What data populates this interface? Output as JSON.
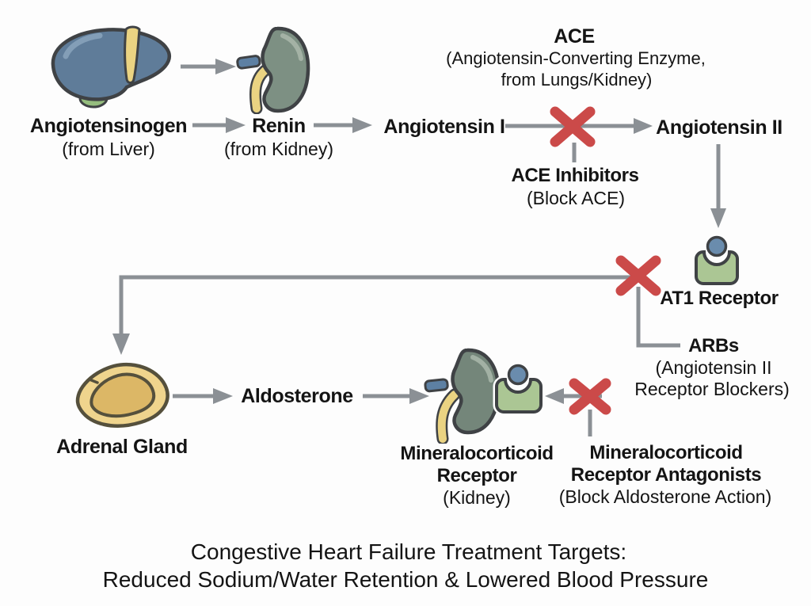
{
  "colors": {
    "bg": "#fdfdfd",
    "text": "#141414",
    "arrow": "#8b9095",
    "xmark": "#cb4a49",
    "outline": "#3f4245",
    "liver": "#5f7c99",
    "liverHi": "#8aa4bc",
    "ligament": "#ead382",
    "gallbladder": "#95bd7e",
    "kidneyTop": "#7d9083",
    "kidneyBottom": "#74867a",
    "kidneyHi": "#aab8ab",
    "vessel": "#5d80a3",
    "receptor": "#abc694",
    "ligand": "#6a8cad",
    "adrenalOuter": "#efd48d",
    "adrenalInner": "#dcb766",
    "adrenalOutline": "#55503c"
  },
  "icons": {
    "liver": "liver-icon",
    "kidney_top": "kidney-icon",
    "at1_receptor": "receptor-icon",
    "adrenal_gland": "adrenal-gland-icon",
    "kidney_receptor": "kidney-receptor-icon",
    "blocker": "x-mark-icon"
  },
  "nodes": {
    "angiotensinogen": {
      "label": "Angiotensinogen",
      "sub": "(from Liver)"
    },
    "renin": {
      "label": "Renin",
      "sub": "(from Kidney)"
    },
    "angiotensin_i": {
      "label": "Angiotensin I"
    },
    "angiotensin_ii": {
      "label": "Angiotensin II"
    },
    "ace": {
      "label": "ACE",
      "sub1": "(Angiotensin-Converting Enzyme,",
      "sub2": "from Lungs/Kidney)"
    },
    "ace_inhibitors": {
      "label": "ACE Inhibitors",
      "sub": "(Block ACE)"
    },
    "at1_receptor": {
      "label": "AT1 Receptor"
    },
    "arbs": {
      "label": "ARBs",
      "sub1": "(Angiotensin II",
      "sub2": "Receptor Blockers)"
    },
    "adrenal_gland": {
      "label": "Adrenal Gland"
    },
    "aldosterone": {
      "label": "Aldosterone"
    },
    "mineralocorticoid_receptor": {
      "label1": "Mineralocorticoid",
      "label2": "Receptor",
      "sub": "(Kidney)"
    },
    "mr_antagonists": {
      "label1": "Mineralocorticoid",
      "label2": "Receptor Antagonists",
      "sub": "(Block Aldosterone Action)"
    }
  },
  "caption": {
    "line1": "Congestive Heart Failure Treatment Targets:",
    "line2": "Reduced Sodium/Water Retention & Lowered Blood Pressure"
  }
}
